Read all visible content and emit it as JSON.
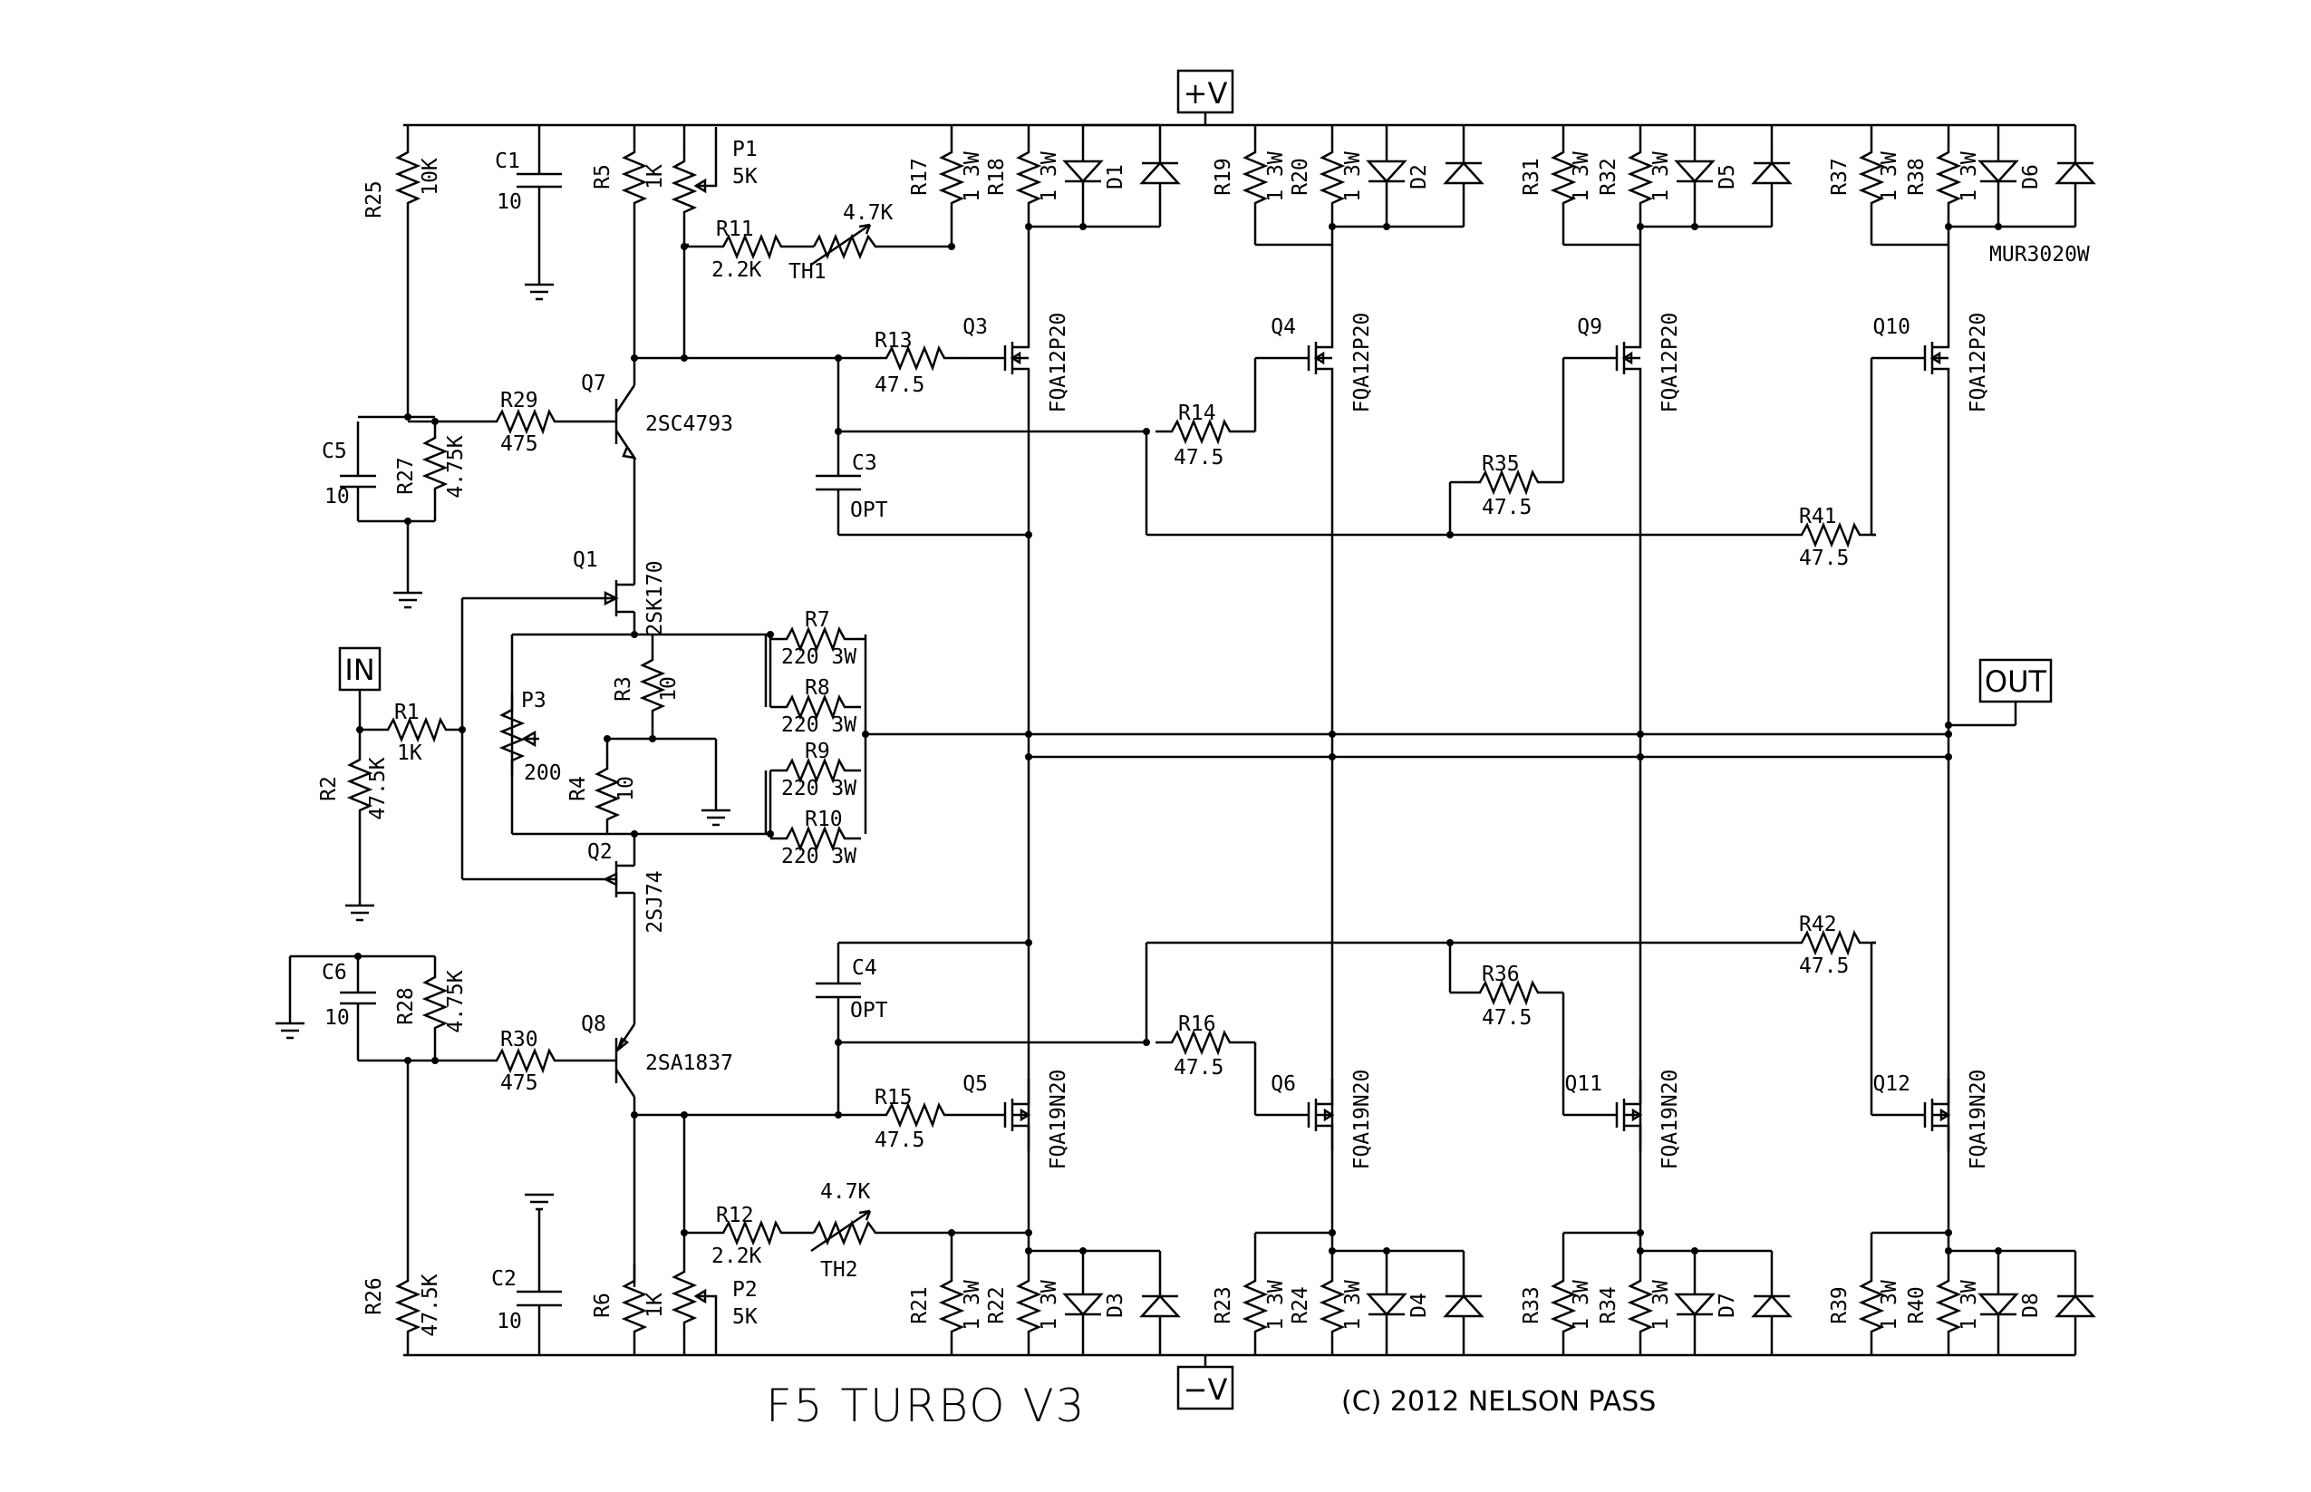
{
  "title": "F5 TURBO V3",
  "copyright": "(C) 2012 NELSON PASS",
  "terminals": {
    "pos": "+V",
    "neg": "−V",
    "in": "IN",
    "out": "OUT"
  },
  "components": {
    "R25": {
      "ref": "R25",
      "value": "10K"
    },
    "C1": {
      "ref": "C1",
      "value": "10"
    },
    "R5": {
      "ref": "R5",
      "value": "1K"
    },
    "P1": {
      "ref": "P1",
      "value": "5K"
    },
    "R11": {
      "ref": "R11",
      "value": "2.2K"
    },
    "TH1": {
      "ref": "TH1",
      "value": "4.7K"
    },
    "R17": {
      "ref": "R17",
      "value": "1 3W"
    },
    "R18": {
      "ref": "R18",
      "value": "1 3W"
    },
    "D1": {
      "ref": "D1"
    },
    "R19": {
      "ref": "R19",
      "value": "1 3W"
    },
    "R20": {
      "ref": "R20",
      "value": "1 3W"
    },
    "D2": {
      "ref": "D2"
    },
    "R31": {
      "ref": "R31",
      "value": "1 3W"
    },
    "R32": {
      "ref": "R32",
      "value": "1 3W"
    },
    "D5": {
      "ref": "D5"
    },
    "R37": {
      "ref": "R37",
      "value": "1 3W"
    },
    "R38": {
      "ref": "R38",
      "value": "1 3W"
    },
    "D6": {
      "ref": "D6",
      "value": "MUR3020W"
    },
    "Q3": {
      "ref": "Q3",
      "value": "FQA12P20"
    },
    "Q4": {
      "ref": "Q4",
      "value": "FQA12P20"
    },
    "Q9": {
      "ref": "Q9",
      "value": "FQA12P20"
    },
    "Q10": {
      "ref": "Q10",
      "value": "FQA12P20"
    },
    "R13": {
      "ref": "R13",
      "value": "47.5"
    },
    "R14": {
      "ref": "R14",
      "value": "47.5"
    },
    "R35": {
      "ref": "R35",
      "value": "47.5"
    },
    "R41": {
      "ref": "R41",
      "value": "47.5"
    },
    "Q7": {
      "ref": "Q7",
      "value": "2SC4793"
    },
    "R29": {
      "ref": "R29",
      "value": "475"
    },
    "C5": {
      "ref": "C5",
      "value": "10"
    },
    "R27": {
      "ref": "R27",
      "value": "4.75K"
    },
    "C3": {
      "ref": "C3",
      "value": "OPT"
    },
    "Q1": {
      "ref": "Q1",
      "value": "2SK170"
    },
    "R7": {
      "ref": "R7",
      "value": "220 3W"
    },
    "R8": {
      "ref": "R8",
      "value": "220 3W"
    },
    "R9": {
      "ref": "R9",
      "value": "220 3W"
    },
    "R10": {
      "ref": "R10",
      "value": "220 3W"
    },
    "R3": {
      "ref": "R3",
      "value": "10"
    },
    "R4": {
      "ref": "R4",
      "value": "10"
    },
    "P3": {
      "ref": "P3",
      "value": "200"
    },
    "R1": {
      "ref": "R1",
      "value": "1K"
    },
    "R2": {
      "ref": "R2",
      "value": "47.5K"
    },
    "Q2": {
      "ref": "Q2",
      "value": "2SJ74"
    },
    "C6": {
      "ref": "C6",
      "value": "10"
    },
    "R28": {
      "ref": "R28",
      "value": "4.75K"
    },
    "R30": {
      "ref": "R30",
      "value": "475"
    },
    "Q8": {
      "ref": "Q8",
      "value": "2SA1837"
    },
    "C4": {
      "ref": "C4",
      "value": "OPT"
    },
    "R15": {
      "ref": "R15",
      "value": "47.5"
    },
    "R16": {
      "ref": "R16",
      "value": "47.5"
    },
    "R36": {
      "ref": "R36",
      "value": "47.5"
    },
    "R42": {
      "ref": "R42",
      "value": "47.5"
    },
    "Q5": {
      "ref": "Q5",
      "value": "FQA19N20"
    },
    "Q6": {
      "ref": "Q6",
      "value": "FQA19N20"
    },
    "Q11": {
      "ref": "Q11",
      "value": "FQA19N20"
    },
    "Q12": {
      "ref": "Q12",
      "value": "FQA19N20"
    },
    "R12": {
      "ref": "R12",
      "value": "2.2K"
    },
    "TH2": {
      "ref": "TH2",
      "value": "4.7K"
    },
    "R26": {
      "ref": "R26",
      "value": "47.5K"
    },
    "C2": {
      "ref": "C2",
      "value": "10"
    },
    "R6": {
      "ref": "R6",
      "value": "1K"
    },
    "P2": {
      "ref": "P2",
      "value": "5K"
    },
    "R21": {
      "ref": "R21",
      "value": "1 3W"
    },
    "R22": {
      "ref": "R22",
      "value": "1 3W"
    },
    "D3": {
      "ref": "D3"
    },
    "R23": {
      "ref": "R23",
      "value": "1 3W"
    },
    "R24": {
      "ref": "R24",
      "value": "1 3W"
    },
    "D4": {
      "ref": "D4"
    },
    "R33": {
      "ref": "R33",
      "value": "1 3W"
    },
    "R34": {
      "ref": "R34",
      "value": "1 3W"
    },
    "D7": {
      "ref": "D7"
    },
    "R39": {
      "ref": "R39",
      "value": "1 3W"
    },
    "R40": {
      "ref": "R40",
      "value": "1 3W"
    },
    "D8": {
      "ref": "D8"
    }
  }
}
